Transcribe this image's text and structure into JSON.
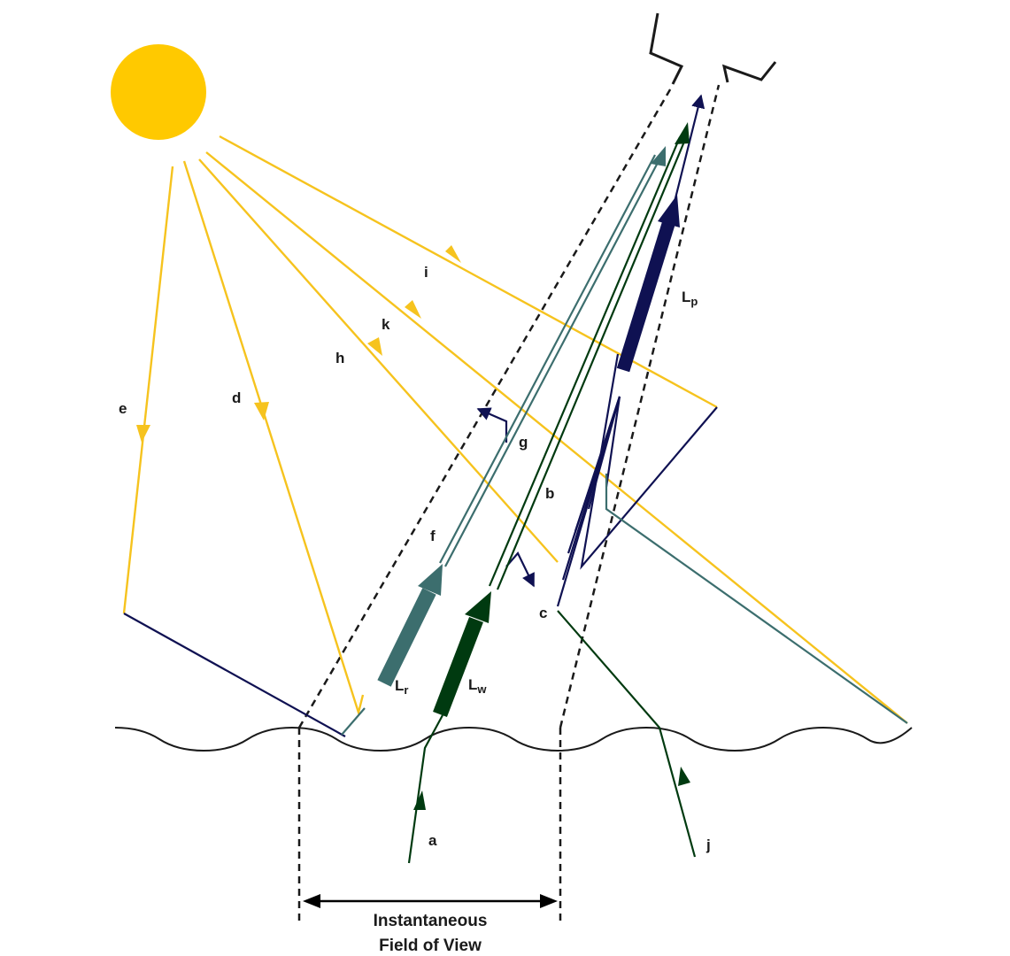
{
  "labels": {
    "a": "a",
    "b": "b",
    "c": "c",
    "d": "d",
    "e": "e",
    "f": "f",
    "g": "g",
    "h": "h",
    "i": "i",
    "j": "j",
    "k": "k",
    "L": "L",
    "r": "r",
    "w": "w",
    "p": "p"
  },
  "caption": {
    "line1": "Instantaneous",
    "line2": "Field of View"
  },
  "colors": {
    "sun": "#FFC900",
    "solar_ray": "#F6C31E",
    "navy": "#0F1152",
    "dark_green": "#003A10",
    "teal": "#3C6E6E",
    "outline": "#1a1a1a"
  }
}
